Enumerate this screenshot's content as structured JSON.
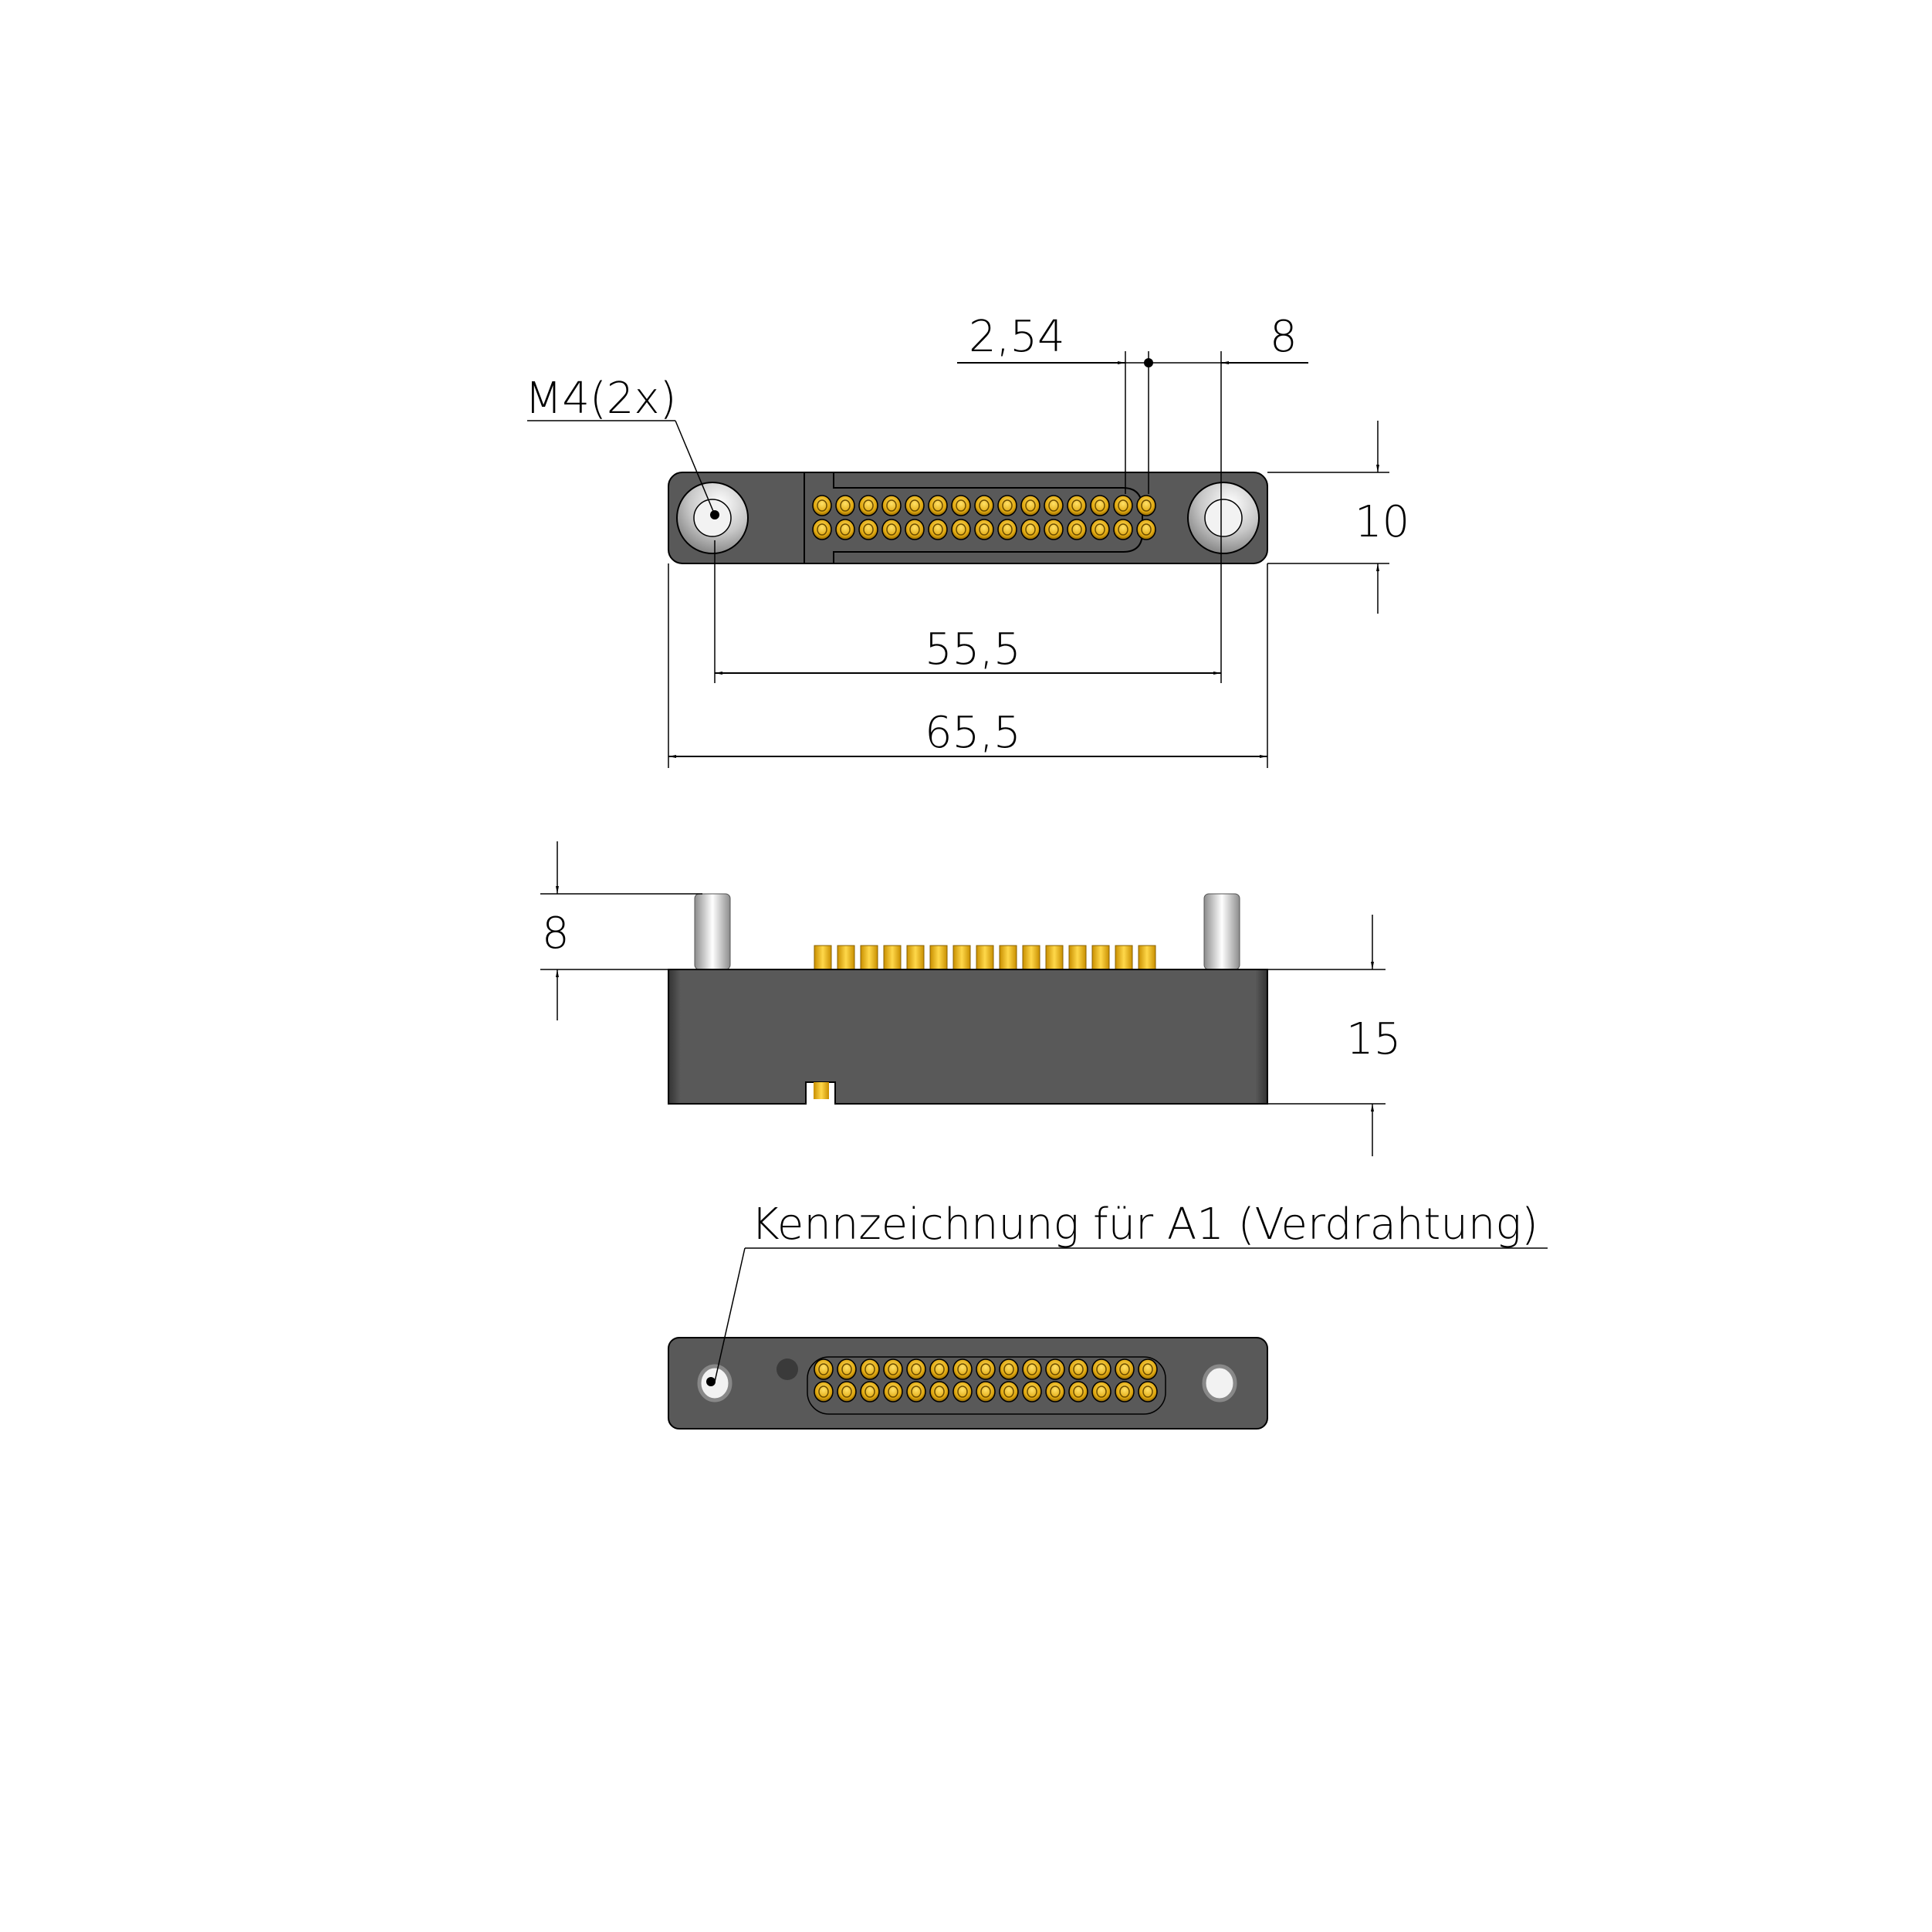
{
  "drawing": {
    "title": "Connector dimension drawing",
    "views": [
      "top-view",
      "side-view",
      "bottom-view"
    ]
  },
  "labels": {
    "thread": "M4(2x)",
    "pitch": "2,54",
    "pin_offset": "8",
    "height_top": "10",
    "hole_spacing": "55,5",
    "overall_length": "65,5",
    "pin_length": "8",
    "body_height": "15",
    "marking_note": "Kennzeichnung für A1 (Verdrahtung)"
  },
  "colors": {
    "body": "#595959",
    "pin_gold": "#e8b21e",
    "screw": "#d9d9d9",
    "line": "#000000"
  },
  "pins": {
    "rows": 2,
    "per_row": 15
  }
}
